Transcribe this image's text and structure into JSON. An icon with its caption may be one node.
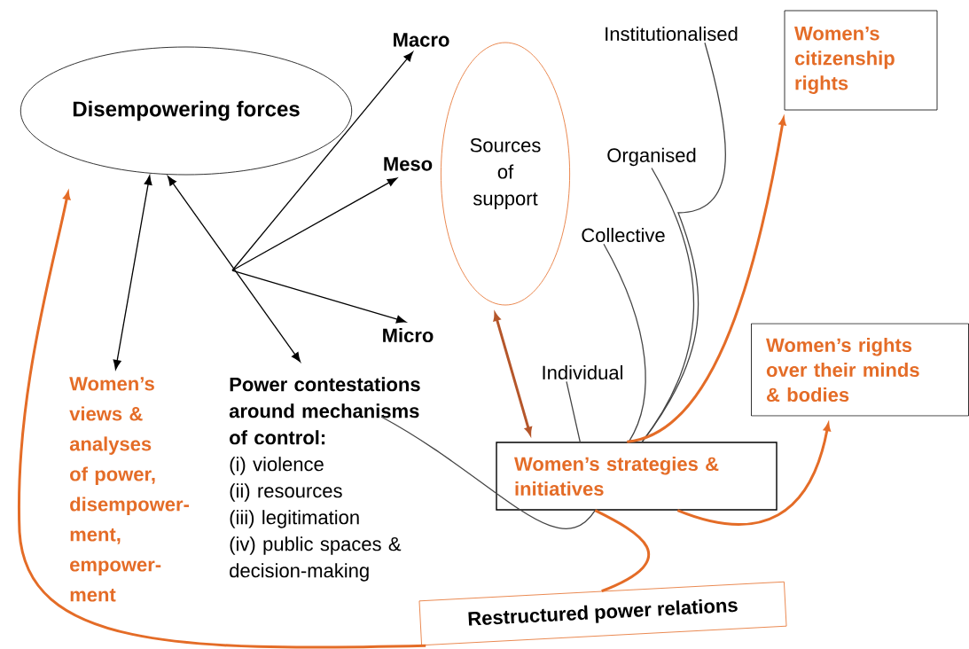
{
  "diagram": {
    "nodes": [
      {
        "text": [
          "Disempowering forces"
        ]
      },
      {
        "text": [
          "Macro"
        ]
      },
      {
        "text": [
          "Meso"
        ]
      },
      {
        "text": [
          "Micro"
        ]
      },
      {
        "text": [
          "Sources of support"
        ]
      },
      {
        "text": [
          "Institutionalised"
        ]
      },
      {
        "text": [
          "Women’s citizenship rights"
        ]
      },
      {
        "text": [
          "Organised"
        ]
      },
      {
        "text": [
          "Collective"
        ]
      },
      {
        "text": [
          "Individual"
        ]
      },
      {
        "text": [
          "Women’s views & analyses of power, disempower-ment, empower-ment"
        ]
      },
      {
        "text": [
          "**Power contestations around mechanisms of control**:",
          "(i) violence",
          "(ii) resources",
          "(iii) legitimation",
          "(iv) public spaces & decision-making"
        ]
      },
      {
        "text": [
          "Women’s strategies & initiatives"
        ]
      },
      {
        "text": [
          "Women’s rights over their minds & bodies"
        ]
      },
      {
        "text": [
          "Restructured power relations"
        ]
      }
    ],
    "edges": [
      {
        "from": 0,
        "to": 10,
        "arrow": "both"
      },
      {
        "from": null,
        "to": 1,
        "arrow": "to"
      },
      {
        "from": null,
        "to": 2,
        "arrow": "to"
      },
      {
        "from": null,
        "to": 3,
        "arrow": "to"
      },
      {
        "from": 0,
        "to": 11,
        "arrow": "both"
      },
      {
        "from": 4,
        "to": 12,
        "arrow": "both",
        "style": "thick",
        "color": "#b5562a"
      },
      {
        "from": 9,
        "to": 12,
        "arrow": "none",
        "color": "#444444"
      },
      {
        "from": 8,
        "to": 12,
        "arrow": "none",
        "color": "#444444"
      },
      {
        "from": 7,
        "to": 12,
        "arrow": "none",
        "color": "#444444"
      },
      {
        "from": 5,
        "to": 12,
        "arrow": "none",
        "color": "#444444"
      },
      {
        "from": 11,
        "to": 12,
        "arrow": "none",
        "color": "#444444"
      },
      {
        "from": 12,
        "to": 6,
        "arrow": "to",
        "style": "thick",
        "color": "#e46c27"
      },
      {
        "from": 12,
        "to": 13,
        "arrow": "to",
        "style": "thick",
        "color": "#e46c27"
      },
      {
        "from": 12,
        "to": 14,
        "arrow": "none",
        "style": "thick",
        "color": "#e46c27"
      },
      {
        "from": 14,
        "to": 0,
        "arrow": "to",
        "style": "thick",
        "color": "#e46c27"
      }
    ]
  }
}
